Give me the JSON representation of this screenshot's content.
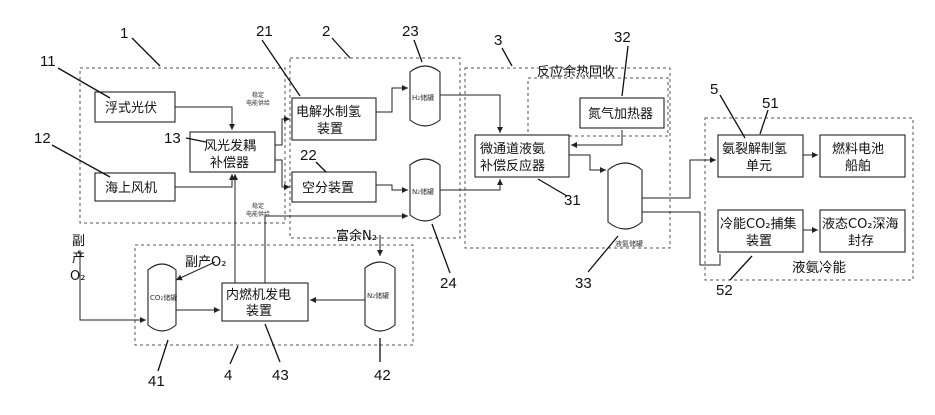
{
  "refs": {
    "r1": "1",
    "r11": "11",
    "r12": "12",
    "r13": "13",
    "r2": "2",
    "r21": "21",
    "r22": "22",
    "r23": "23",
    "r24": "24",
    "r3": "3",
    "r31": "31",
    "r32": "32",
    "r33": "33",
    "r4": "4",
    "r41": "41",
    "r42": "42",
    "r43": "43",
    "r5": "5",
    "r51": "51",
    "r52": "52"
  },
  "boxes": {
    "floating_pv": "浮式光伏",
    "offshore_wind": "海上风机",
    "wind_solar_l1": "风光发耦",
    "wind_solar_l2": "补偿器",
    "electrolysis_l1": "电解水制氢",
    "electrolysis_l2": "装置",
    "air_separation": "空分装置",
    "microchannel_l1": "微通道液氨",
    "microchannel_l2": "补偿反应器",
    "nitrogen_heater": "氮气加热器",
    "ammonia_crack_l1": "氨裂解制氢",
    "ammonia_crack_l2": "单元",
    "fuel_cell_l1": "燃料电池",
    "fuel_cell_l2": "船舶",
    "cold_capture_l1": "冷能CO₂捕集",
    "cold_capture_l2": "装置",
    "liquid_co2_l1": "液态CO₂深海",
    "liquid_co2_l2": "封存",
    "ice_gen_l1": "内燃机发电",
    "ice_gen_l2": "装置"
  },
  "labels": {
    "reaction_heat": "反应余热回收",
    "byproduct_o2_1": "副产O₂",
    "byproduct_o2_2a": "副",
    "byproduct_o2_2b": "产",
    "byproduct_o2_2c": "O₂",
    "rich_nitrogen": "富余N₂",
    "liquid_ammonia_cold": "液氨冷能",
    "power_top": "稳定电能供给",
    "power_top_a": "稳定",
    "power_top_b": "电能供给",
    "power_bottom_a": "稳定",
    "power_bottom_b": "电能供给"
  },
  "tanks": {
    "hydrogen_tank": "H₂储罐",
    "nitrogen_tank": "N₂储罐",
    "ammonia_tank": "液氨储罐",
    "co2_tank": "CO₂储罐",
    "n2_tank": "N₂储罐"
  }
}
